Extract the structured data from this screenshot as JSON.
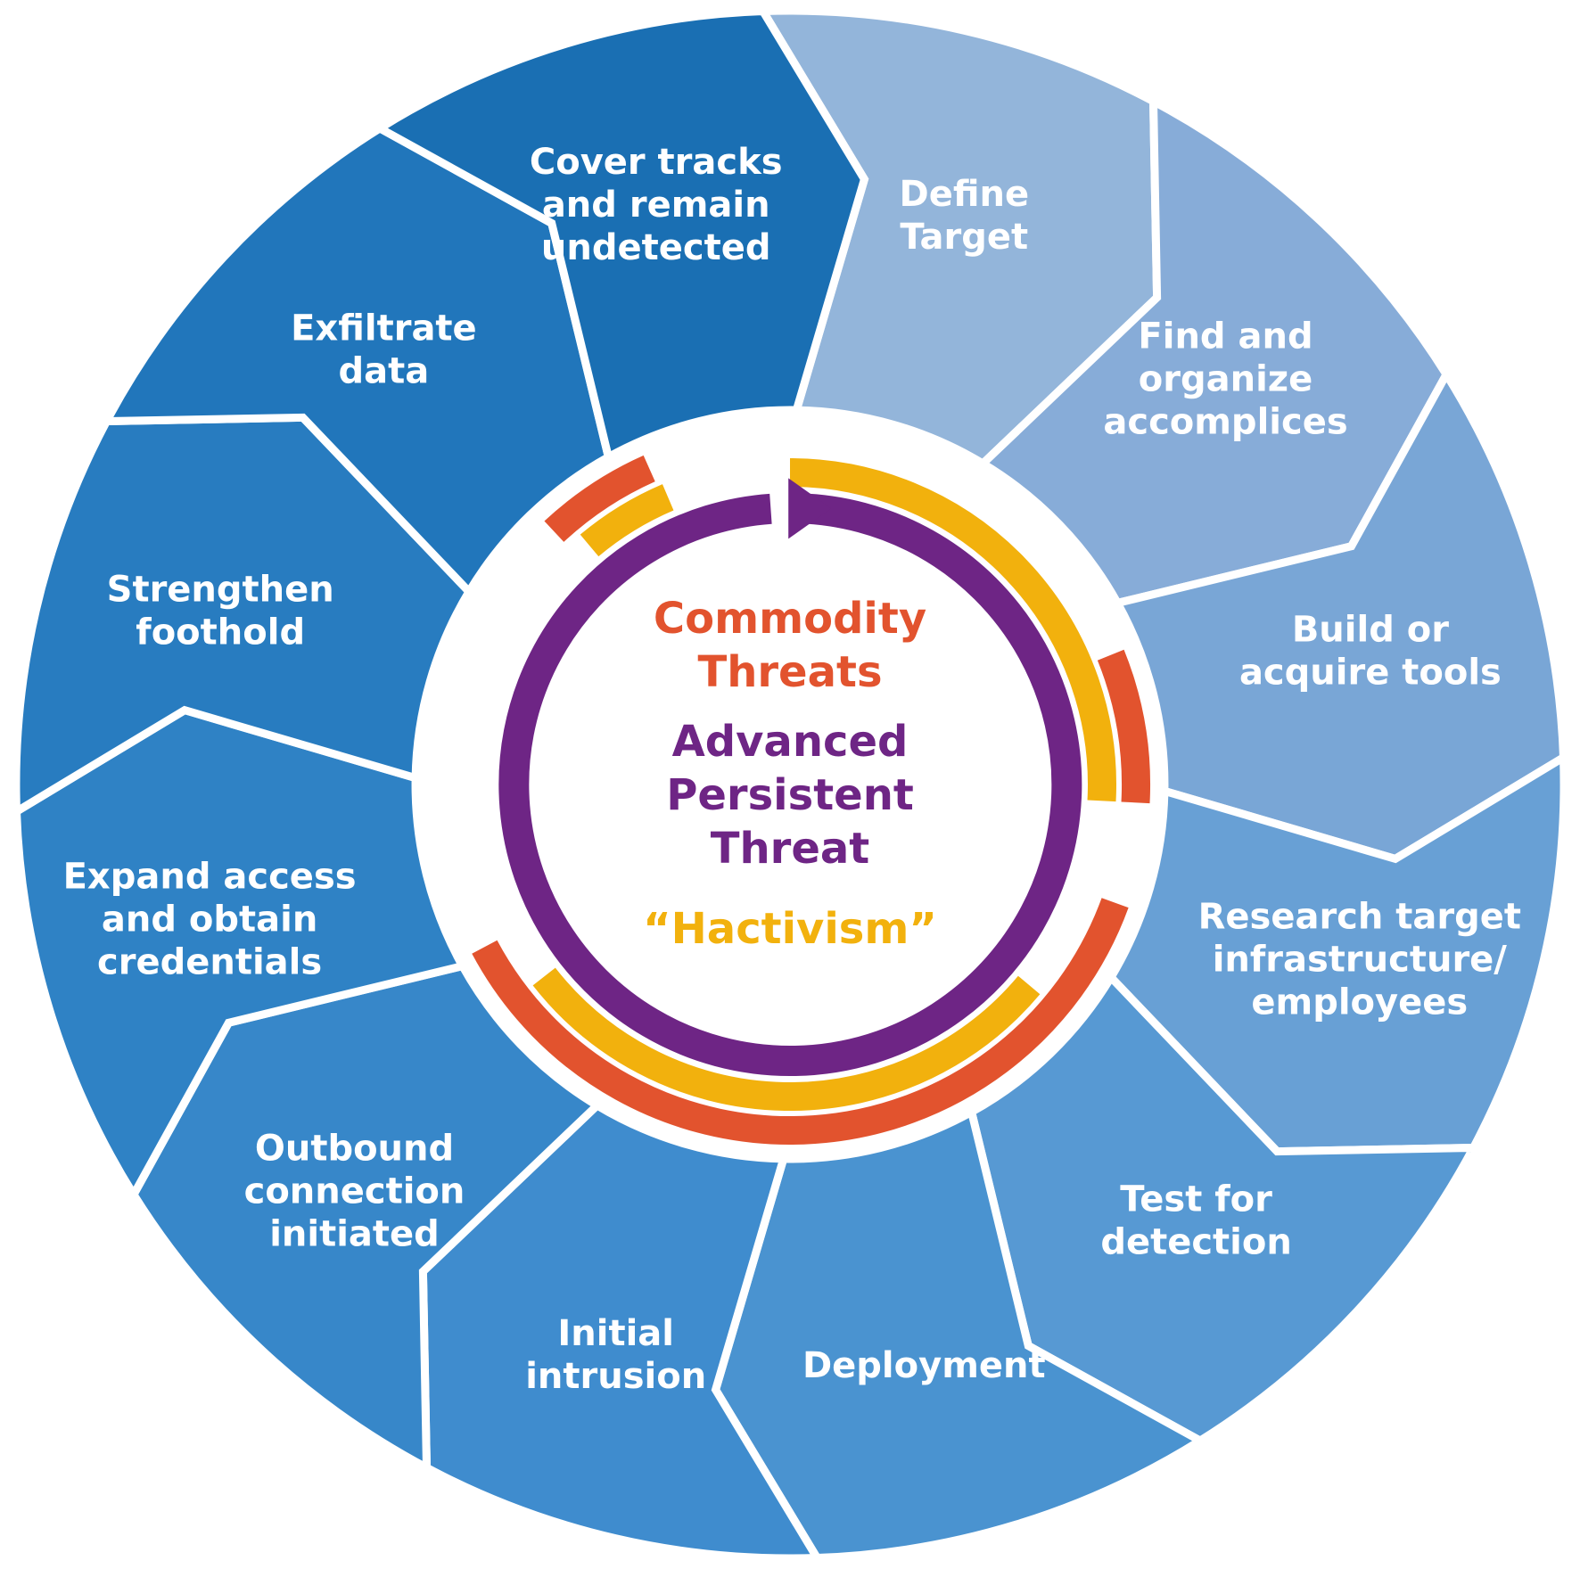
{
  "stages": [
    {
      "key": "define-target",
      "lines": [
        "Define",
        "Target"
      ],
      "color": "#93b5da"
    },
    {
      "key": "find-accomplices",
      "lines": [
        "Find and",
        "organize",
        "accomplices"
      ],
      "color": "#87acd8"
    },
    {
      "key": "build-tools",
      "lines": [
        "Build or",
        "acquire tools"
      ],
      "color": "#79a6d6"
    },
    {
      "key": "research-target",
      "lines": [
        "Research target",
        "infrastructure/",
        "employees"
      ],
      "color": "#68a0d5"
    },
    {
      "key": "test-detection",
      "lines": [
        "Test for",
        "detection"
      ],
      "color": "#5799d3"
    },
    {
      "key": "deployment",
      "lines": [
        "Deployment"
      ],
      "color": "#4a93d0"
    },
    {
      "key": "initial-intrusion",
      "lines": [
        "Initial",
        "intrusion"
      ],
      "color": "#3f8cce"
    },
    {
      "key": "outbound-connection",
      "lines": [
        "Outbound",
        "connection",
        "initiated"
      ],
      "color": "#3787c9"
    },
    {
      "key": "expand-access",
      "lines": [
        "Expand access",
        "and obtain",
        "credentials"
      ],
      "color": "#2f82c5"
    },
    {
      "key": "strengthen-foothold",
      "lines": [
        "Strengthen",
        "foothold"
      ],
      "color": "#287cc0"
    },
    {
      "key": "exfiltrate-data",
      "lines": [
        "Exfiltrate",
        "data"
      ],
      "color": "#2176bb"
    },
    {
      "key": "cover-tracks",
      "lines": [
        "Cover tracks",
        "and remain",
        "undetected"
      ],
      "color": "#1a6fb3"
    }
  ],
  "center": {
    "commodity": [
      "Commodity",
      "Threats"
    ],
    "apt": [
      "Advanced",
      "Persistent",
      "Threat"
    ],
    "hactivism": "“Hactivism”"
  },
  "colors": {
    "commodity": "#e2532e",
    "apt": "#6e2585",
    "hactivism": "#f2b10d",
    "divider": "#ffffff"
  }
}
